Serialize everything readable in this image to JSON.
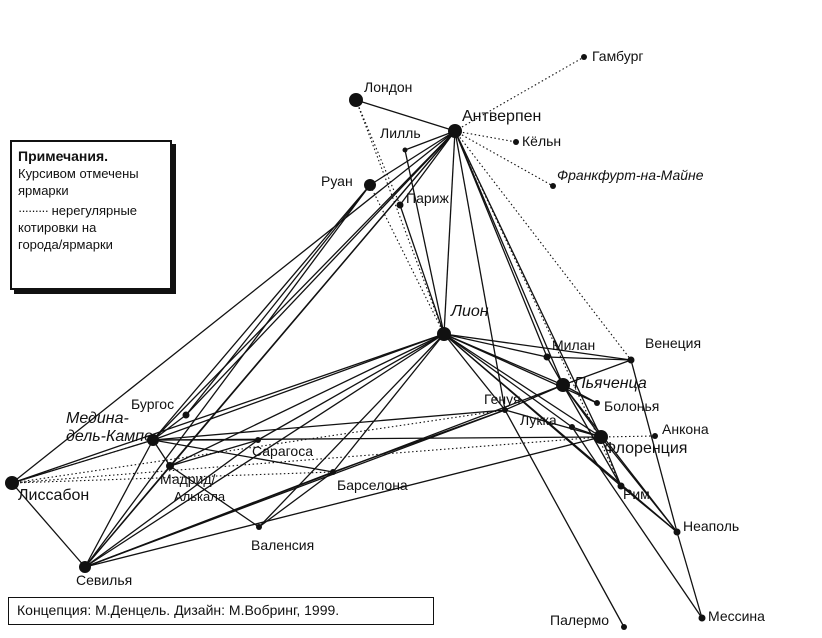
{
  "cities": [
    {
      "id": "london",
      "name": "Лондон",
      "italic": false
    },
    {
      "id": "antwerp",
      "name": "Антверпен",
      "italic": false
    },
    {
      "id": "lille",
      "name": "Лилль",
      "italic": false
    },
    {
      "id": "rouen",
      "name": "Руан",
      "italic": false
    },
    {
      "id": "paris",
      "name": "Париж",
      "italic": false
    },
    {
      "id": "hamburg",
      "name": "Гамбург",
      "italic": false
    },
    {
      "id": "cologne",
      "name": "Кёльн",
      "italic": false
    },
    {
      "id": "frankfurt",
      "name": "Франкфурт-на-Майне",
      "italic": true
    },
    {
      "id": "lyon",
      "name": "Лион",
      "italic": true
    },
    {
      "id": "milan",
      "name": "Милан",
      "italic": false
    },
    {
      "id": "venice",
      "name": "Венеция",
      "italic": false
    },
    {
      "id": "piacenza",
      "name": "Пьяченца",
      "italic": true
    },
    {
      "id": "genoa",
      "name": "Генуя",
      "italic": false
    },
    {
      "id": "bologna",
      "name": "Болонья",
      "italic": false
    },
    {
      "id": "lucca",
      "name": "Лукка",
      "italic": false
    },
    {
      "id": "ancona",
      "name": "Анкона",
      "italic": false
    },
    {
      "id": "florence",
      "name": "Флоренция",
      "italic": false
    },
    {
      "id": "rome",
      "name": "Рим",
      "italic": false
    },
    {
      "id": "naples",
      "name": "Неаполь",
      "italic": false
    },
    {
      "id": "palermo",
      "name": "Палермо",
      "italic": false
    },
    {
      "id": "messina",
      "name": "Мессина",
      "italic": false
    },
    {
      "id": "burgos",
      "name": "Бургос",
      "italic": false
    },
    {
      "id": "medina",
      "name": "Медина-\nдель-Кампо",
      "italic": true
    },
    {
      "id": "zaragoza",
      "name": "Сарагоса",
      "italic": false
    },
    {
      "id": "madrid",
      "name": "Мадрид/",
      "italic": false
    },
    {
      "id": "alcala",
      "name": "Алькала",
      "italic": false
    },
    {
      "id": "lisbon",
      "name": "Лиссабон",
      "italic": false
    },
    {
      "id": "barcelona",
      "name": "Барселона",
      "italic": false
    },
    {
      "id": "valencia",
      "name": "Валенсия",
      "italic": false
    },
    {
      "id": "seville",
      "name": "Севилья",
      "italic": false
    }
  ],
  "links": [
    [
      "antwerp",
      "london",
      false
    ],
    [
      "antwerp",
      "lille",
      false
    ],
    [
      "antwerp",
      "rouen",
      false
    ],
    [
      "antwerp",
      "paris",
      false
    ],
    [
      "antwerp",
      "lyon",
      false
    ],
    [
      "antwerp",
      "milan",
      false
    ],
    [
      "antwerp",
      "piacenza",
      false
    ],
    [
      "antwerp",
      "florence",
      false
    ],
    [
      "antwerp",
      "genoa",
      false
    ],
    [
      "antwerp",
      "seville",
      false
    ],
    [
      "antwerp",
      "medina",
      false
    ],
    [
      "antwerp",
      "lisbon",
      false
    ],
    [
      "antwerp",
      "madrid",
      false
    ],
    [
      "antwerp",
      "hamburg",
      true
    ],
    [
      "antwerp",
      "cologne",
      true
    ],
    [
      "antwerp",
      "frankfurt",
      true
    ],
    [
      "antwerp",
      "venice",
      true
    ],
    [
      "antwerp",
      "rome",
      true
    ],
    [
      "london",
      "lyon",
      true
    ],
    [
      "london",
      "paris",
      true
    ],
    [
      "rouen",
      "seville",
      false
    ],
    [
      "rouen",
      "medina",
      false
    ],
    [
      "paris",
      "lyon",
      false
    ],
    [
      "lyon",
      "lille",
      false
    ],
    [
      "lyon",
      "rouen",
      true
    ],
    [
      "lyon",
      "milan",
      false
    ],
    [
      "lyon",
      "venice",
      false
    ],
    [
      "lyon",
      "piacenza",
      false
    ],
    [
      "lyon",
      "genoa",
      false
    ],
    [
      "lyon",
      "lucca",
      false
    ],
    [
      "lyon",
      "florence",
      false
    ],
    [
      "lyon",
      "rome",
      false
    ],
    [
      "lyon",
      "naples",
      false
    ],
    [
      "lyon",
      "bologna",
      false
    ],
    [
      "lyon",
      "medina",
      false
    ],
    [
      "lyon",
      "seville",
      false
    ],
    [
      "lyon",
      "lisbon",
      false
    ],
    [
      "lyon",
      "valencia",
      false
    ],
    [
      "lyon",
      "barcelona",
      false
    ],
    [
      "lyon",
      "madrid",
      false
    ],
    [
      "lyon",
      "zaragoza",
      false
    ],
    [
      "milan",
      "venice",
      false
    ],
    [
      "piacenza",
      "venice",
      false
    ],
    [
      "piacenza",
      "genoa",
      false
    ],
    [
      "piacenza",
      "florence",
      false
    ],
    [
      "piacenza",
      "rome",
      false
    ],
    [
      "piacenza",
      "bologna",
      false
    ],
    [
      "piacenza",
      "milan",
      false
    ],
    [
      "piacenza",
      "naples",
      false
    ],
    [
      "florence",
      "ancona",
      true
    ],
    [
      "florence",
      "rome",
      false
    ],
    [
      "florence",
      "naples",
      false
    ],
    [
      "florence",
      "lucca",
      false
    ],
    [
      "florence",
      "medina",
      false
    ],
    [
      "florence",
      "seville",
      false
    ],
    [
      "florence",
      "lisbon",
      true
    ],
    [
      "florence",
      "genoa",
      false
    ],
    [
      "genoa",
      "medina",
      false
    ],
    [
      "genoa",
      "seville",
      false
    ],
    [
      "genoa",
      "palermo",
      false
    ],
    [
      "genoa",
      "barcelona",
      false
    ],
    [
      "lucca",
      "messina",
      false
    ],
    [
      "rome",
      "naples",
      false
    ],
    [
      "naples",
      "messina",
      false
    ],
    [
      "venice",
      "naples",
      false
    ],
    [
      "medina",
      "burgos",
      false
    ],
    [
      "medina",
      "zaragoza",
      false
    ],
    [
      "medina",
      "madrid",
      false
    ],
    [
      "medina",
      "seville",
      false
    ],
    [
      "medina",
      "lisbon",
      true
    ],
    [
      "medina",
      "barcelona",
      false
    ],
    [
      "madrid",
      "valencia",
      false
    ],
    [
      "madrid",
      "zaragoza",
      false
    ],
    [
      "madrid",
      "seville",
      false
    ],
    [
      "barcelona",
      "valencia",
      false
    ],
    [
      "barcelona",
      "seville",
      false
    ],
    [
      "seville",
      "lisbon",
      false
    ],
    [
      "seville",
      "zaragoza",
      false
    ],
    [
      "seville",
      "piacenza",
      false
    ],
    [
      "lisbon",
      "medina",
      false
    ],
    [
      "lisbon",
      "barcelona",
      true
    ],
    [
      "lisbon",
      "genoa",
      true
    ],
    [
      "burgos",
      "antwerp",
      false
    ],
    [
      "burgos",
      "rouen",
      false
    ]
  ],
  "notes": {
    "title": "Примечания.",
    "line1": "Курсивом отмечены",
    "line2": "ярмарки",
    "legend_dots": "·········",
    "legend_line1": "нерегулярные",
    "legend_line2": "котировки на",
    "legend_line3": "города/ярмарки"
  },
  "credit": "Концепция: М.Денцель. Дизайн: М.Вобринг, 1999."
}
